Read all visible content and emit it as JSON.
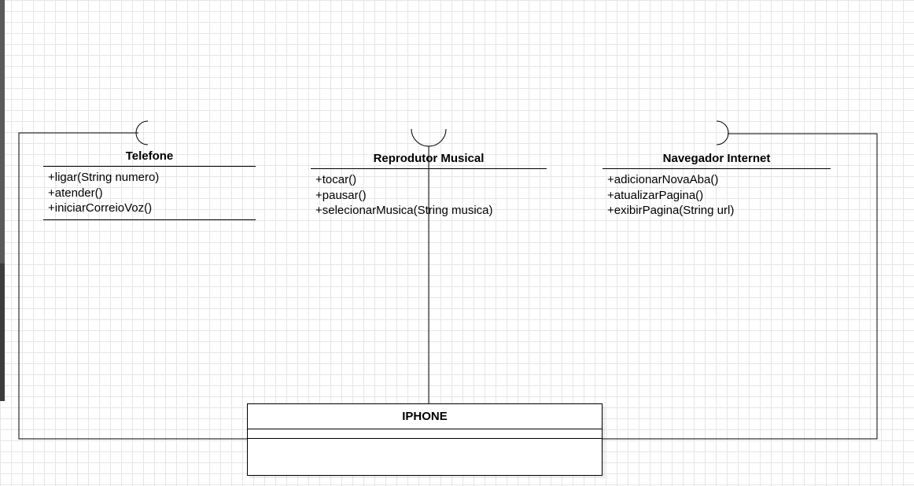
{
  "diagram": {
    "interfaces": [
      {
        "id": "telefone",
        "name": "Telefone",
        "operations": [
          "+ligar(String numero)",
          "+atender()",
          "+iniciarCorreioVoz()"
        ]
      },
      {
        "id": "reprodutor",
        "name": "Reprodutor Musical",
        "operations": [
          "+tocar()",
          "+pausar()",
          "+selecionarMusica(String musica)"
        ]
      },
      {
        "id": "navegador",
        "name": "Navegador Internet",
        "operations": [
          "+adicionarNovaAba()",
          "+atualizarPagina()",
          "+exibirPagina(String url)"
        ]
      }
    ],
    "class": {
      "name": "IPHONE"
    },
    "colors": {
      "grid": "#e6e6e6",
      "line": "#000000",
      "background": "#ffffff"
    }
  }
}
